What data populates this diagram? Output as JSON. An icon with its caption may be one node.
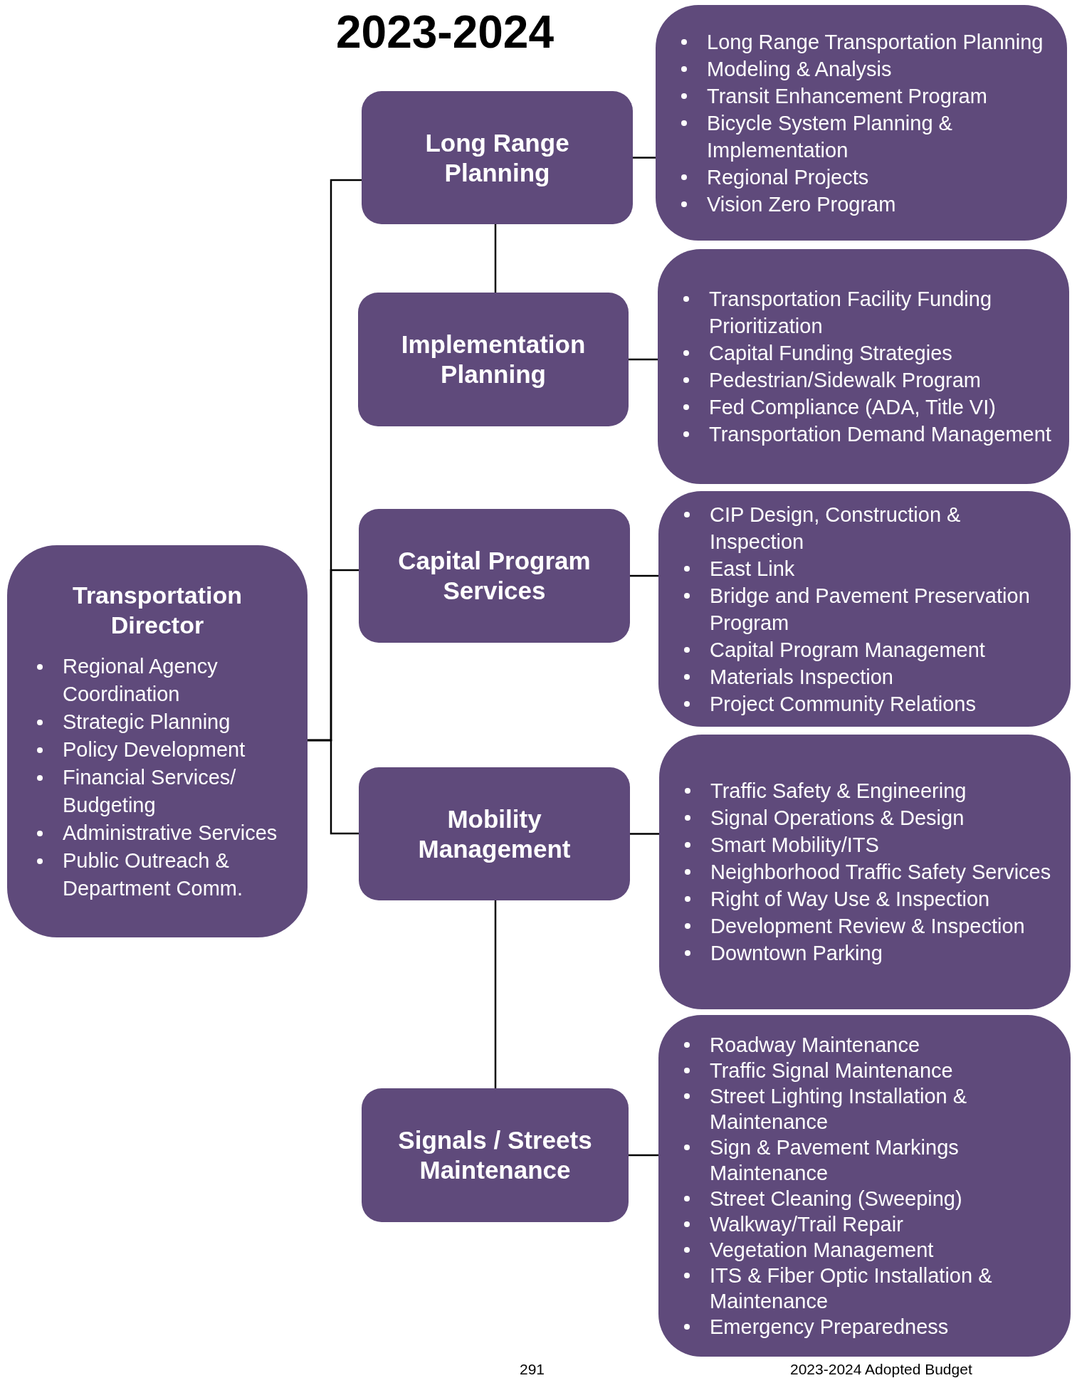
{
  "diagram": {
    "title": "2023-2024",
    "nodes": [
      {
        "text": [
          "Transportation Director",
          "Regional Agency Coordination",
          "Strategic Planning",
          "Policy Development",
          "Financial Services/ Budgeting",
          "Administrative Services",
          "Public Outreach & Department Comm."
        ]
      },
      {
        "text": [
          "Long Range Planning"
        ]
      },
      {
        "text": [
          "Long Range Transportation Planning",
          "Modeling & Analysis",
          "Transit Enhancement Program",
          "Bicycle System Planning & Implementation",
          "Regional Projects",
          "Vision Zero Program"
        ]
      },
      {
        "text": [
          "Implementation Planning"
        ]
      },
      {
        "text": [
          "Transportation Facility Funding Prioritization",
          "Capital Funding Strategies",
          "Pedestrian/Sidewalk Program",
          "Fed Compliance (ADA, Title VI)",
          "Transportation Demand Management"
        ]
      },
      {
        "text": [
          "Capital Program Services"
        ]
      },
      {
        "text": [
          "CIP Design, Construction & Inspection",
          "East Link",
          "Bridge and Pavement Preservation Program",
          "Capital Program Management",
          "Materials Inspection",
          "Project Community Relations"
        ]
      },
      {
        "text": [
          "Mobility Management"
        ]
      },
      {
        "text": [
          "Traffic Safety & Engineering",
          "Signal Operations & Design",
          "Smart Mobility/ITS",
          "Neighborhood Traffic Safety Services",
          "Right of Way Use & Inspection",
          "Development Review & Inspection",
          "Downtown Parking"
        ]
      },
      {
        "text": [
          "Signals / Streets Maintenance"
        ]
      },
      {
        "text": [
          "Roadway Maintenance",
          "Traffic Signal Maintenance",
          "Street Lighting Installation & Maintenance",
          "Sign & Pavement Markings Maintenance",
          "Street Cleaning (Sweeping)",
          "Walkway/Trail Repair",
          "Vegetation Management",
          "ITS & Fiber Optic Installation & Maintenance",
          "Emergency Preparedness"
        ]
      }
    ],
    "edges": [
      {
        "from": 0,
        "to": 1,
        "arrow": "none"
      },
      {
        "from": 0,
        "to": 5,
        "arrow": "none"
      },
      {
        "from": 0,
        "to": 7,
        "arrow": "none"
      },
      {
        "from": 1,
        "to": 3,
        "arrow": "none"
      },
      {
        "from": 7,
        "to": 9,
        "arrow": "none"
      },
      {
        "from": 1,
        "to": 2,
        "arrow": "none"
      },
      {
        "from": 3,
        "to": 4,
        "arrow": "none"
      },
      {
        "from": 5,
        "to": 6,
        "arrow": "none"
      },
      {
        "from": 7,
        "to": 8,
        "arrow": "none"
      },
      {
        "from": 9,
        "to": 10,
        "arrow": "none"
      }
    ],
    "labels": [
      "291",
      "2023-2024 Adopted Budget"
    ]
  }
}
